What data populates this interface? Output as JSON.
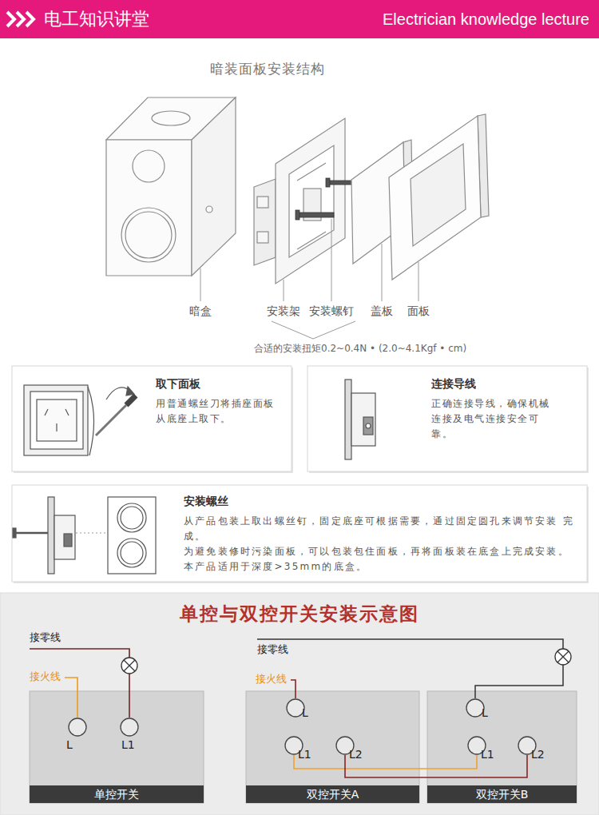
{
  "diagram": {
    "title": "暗装面板安装结构",
    "nodes": [
      {
        "text": [
          "电工知识讲堂",
          "Electrician knowledge lecture"
        ]
      },
      {
        "text": [
          "取下面板",
          "用普通螺丝刀将插座面板 从底座上取下。"
        ]
      },
      {
        "text": [
          "连接导线",
          "正确连接导线，确保机械 连接及电气连接安全可靠。"
        ]
      },
      {
        "text": [
          "安装螺丝",
          "从产品包装上取出螺丝钉，固定底座可根据需要，通过固定圆孔来调节安装 完成。",
          "为避免装修时污染面板，可以包装包住面板，再将面板装在底盒上完成安装。",
          "本产品适用于深度>35mm的底盒。"
        ]
      },
      {
        "text": [
          "单控与双控开关安装示意图"
        ]
      },
      {
        "text": [
          "单控开关"
        ],
        "in": 4
      },
      {
        "text": [
          "L"
        ],
        "in": 5
      },
      {
        "text": [
          "L1"
        ],
        "in": 5
      },
      {
        "text": [
          "双控开关A"
        ],
        "in": 4
      },
      {
        "text": [
          "L"
        ],
        "in": 8
      },
      {
        "text": [
          "L1"
        ],
        "in": 8
      },
      {
        "text": [
          "L2"
        ],
        "in": 8
      },
      {
        "text": [
          "双控开关B"
        ],
        "in": 4
      },
      {
        "text": [
          "L"
        ],
        "in": 12
      },
      {
        "text": [
          "L1"
        ],
        "in": 12
      },
      {
        "text": [
          "L2"
        ],
        "in": 12
      }
    ],
    "edges": [
      {
        "from": 10,
        "to": 14,
        "arrow": "none"
      },
      {
        "from": 11,
        "to": 15,
        "arrow": "none"
      }
    ],
    "labels": [
      "暗盒",
      "安装架",
      "安装螺钉",
      "盖板",
      "面板",
      "合适的安装扭矩0.2~0.4N • (2.0~4.1Kgf • cm)",
      "接零线",
      "接火线",
      "接零线",
      "接火线"
    ]
  }
}
